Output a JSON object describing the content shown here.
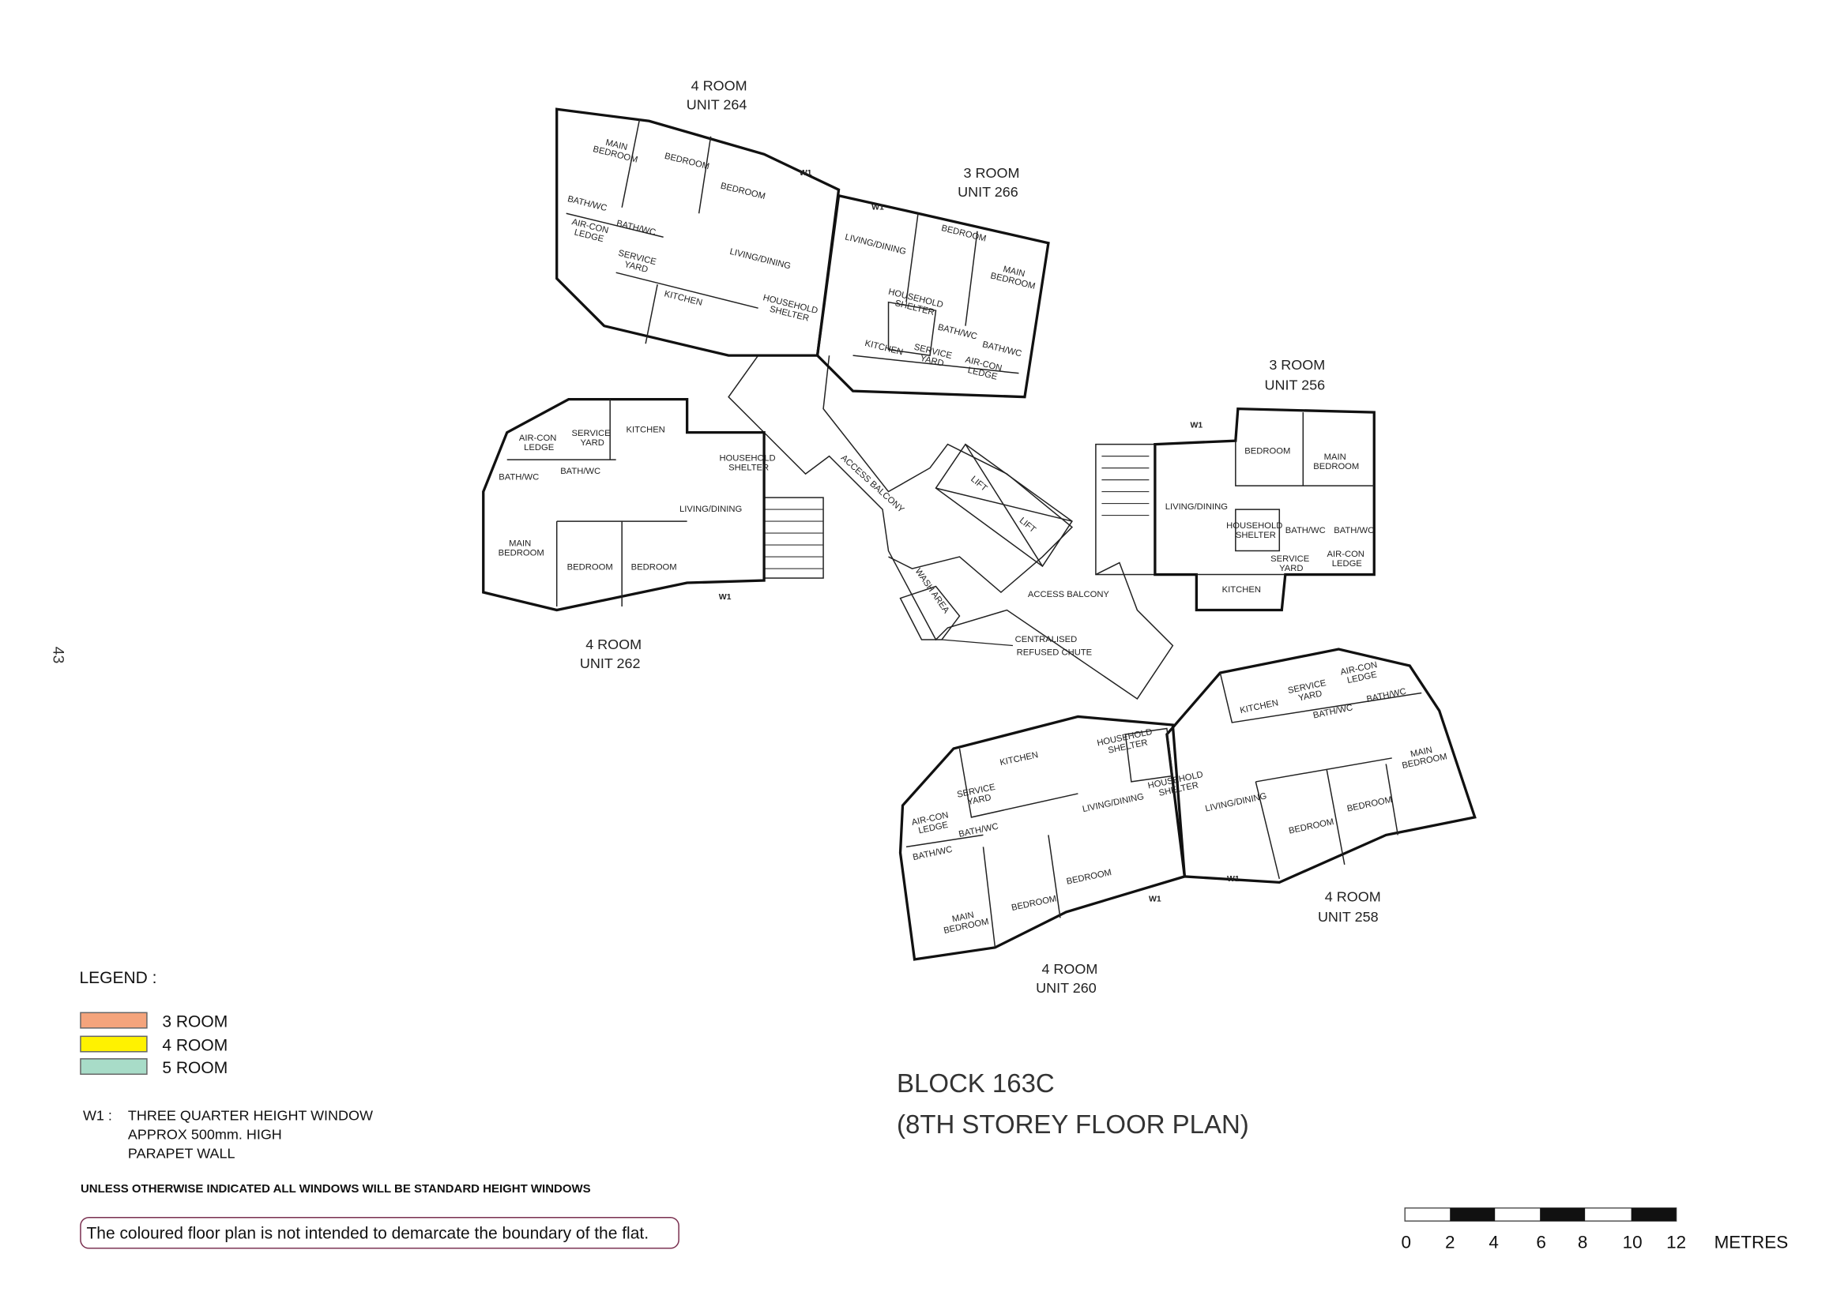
{
  "page_number": "43",
  "colors": {
    "three_room": "#F4A47C",
    "four_room": "#FFF200",
    "five_room": "#A8DCC8"
  },
  "units": [
    {
      "type": "4 ROOM",
      "unit": "UNIT 264",
      "rooms": [
        "MAIN BEDROOM",
        "BEDROOM",
        "BEDROOM",
        "LIVING/DINING",
        "BATH/WC",
        "BATH/WC",
        "AIR-CON LEDGE",
        "SERVICE YARD",
        "KITCHEN",
        "HOUSEHOLD SHELTER"
      ]
    },
    {
      "type": "3 ROOM",
      "unit": "UNIT 266",
      "rooms": [
        "LIVING/DINING",
        "BEDROOM",
        "MAIN BEDROOM",
        "HOUSEHOLD SHELTER",
        "BATH/WC",
        "BATH/WC",
        "KITCHEN",
        "SERVICE YARD",
        "AIR-CON LEDGE"
      ]
    },
    {
      "type": "4 ROOM",
      "unit": "UNIT 262",
      "rooms": [
        "KITCHEN",
        "SERVICE YARD",
        "AIR-CON LEDGE",
        "BATH/WC",
        "BATH/WC",
        "HOUSEHOLD SHELTER",
        "LIVING/DINING",
        "MAIN BEDROOM",
        "BEDROOM",
        "BEDROOM"
      ]
    },
    {
      "type": "3 ROOM",
      "unit": "UNIT 256",
      "rooms": [
        "BEDROOM",
        "MAIN BEDROOM",
        "LIVING/DINING",
        "HOUSEHOLD SHELTER",
        "BATH/WC",
        "BATH/WC",
        "SERVICE YARD",
        "AIR-CON LEDGE",
        "KITCHEN"
      ]
    },
    {
      "type": "4 ROOM",
      "unit": "UNIT 258",
      "rooms": [
        "KITCHEN",
        "SERVICE YARD",
        "AIR-CON LEDGE",
        "BATH/WC",
        "BATH/WC",
        "LIVING/DINING",
        "BEDROOM",
        "BEDROOM",
        "MAIN BEDROOM",
        "HOUSEHOLD SHELTER"
      ]
    },
    {
      "type": "4 ROOM",
      "unit": "UNIT 260",
      "rooms": [
        "KITCHEN",
        "SERVICE YARD",
        "AIR-CON LEDGE",
        "BATH/WC",
        "BATH/WC",
        "HOUSEHOLD SHELTER",
        "LIVING/DINING",
        "MAIN BEDROOM",
        "BEDROOM",
        "BEDROOM"
      ]
    }
  ],
  "window_tag": "W1",
  "common": {
    "access_balcony": "ACCESS BALCONY",
    "wash_area": "WASH AREA",
    "lift": "LIFT",
    "chute_line1": "CENTRALISED",
    "chute_line2": "REFUSED CHUTE"
  },
  "legend": {
    "title": "LEGEND :",
    "items": [
      "3 ROOM",
      "4 ROOM",
      "5 ROOM"
    ],
    "w1_key": "W1 :",
    "w1_lines": [
      "THREE QUARTER HEIGHT WINDOW",
      "APPROX 500mm. HIGH",
      "PARAPET WALL"
    ],
    "note": "UNLESS OTHERWISE INDICATED ALL WINDOWS WILL BE STANDARD HEIGHT WINDOWS",
    "disclaimer": "The coloured floor plan is not intended to demarcate the boundary of the flat."
  },
  "title": {
    "line1": "BLOCK 163C",
    "line2": "(8TH STOREY FLOOR PLAN)"
  },
  "scale": {
    "ticks": [
      "0",
      "2",
      "4",
      "6",
      "8",
      "10",
      "12"
    ],
    "unit": "METRES"
  }
}
